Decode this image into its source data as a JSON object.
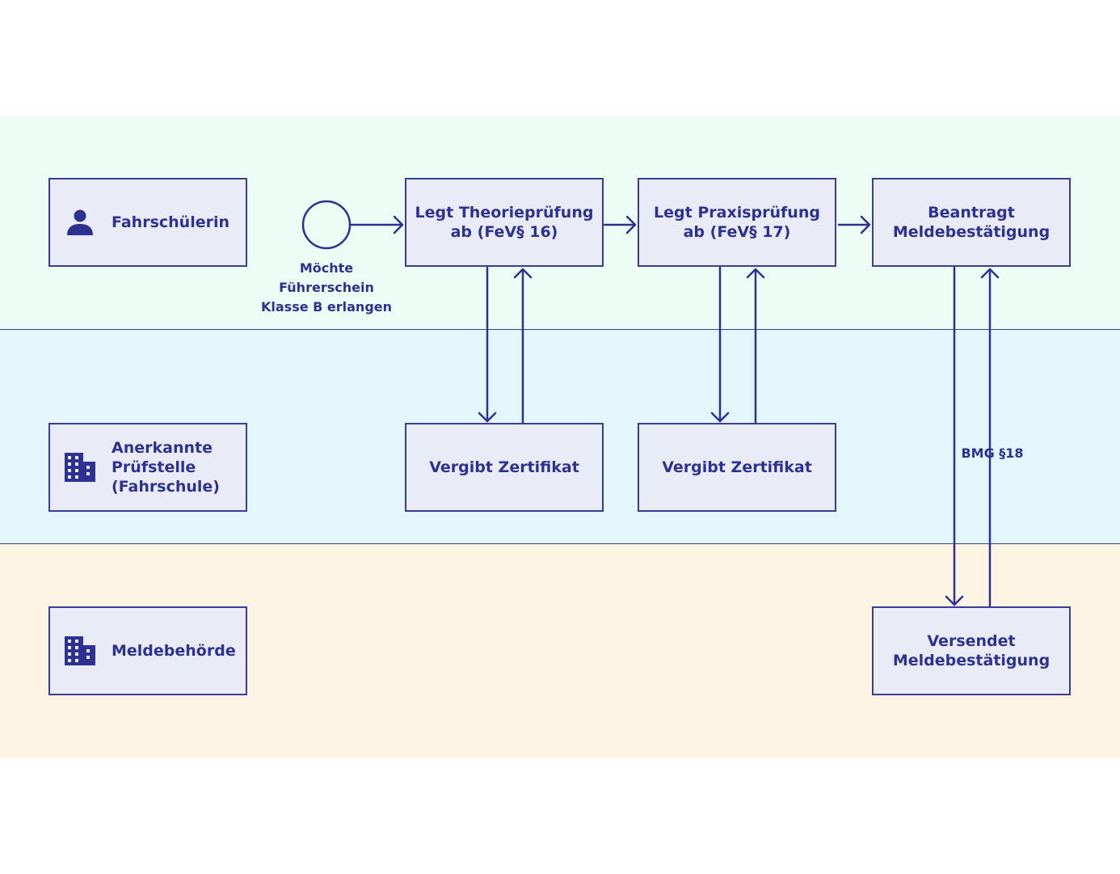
{
  "lanes": [
    {
      "actor": "Fahrschülerin",
      "icon": "person-icon",
      "color": "#edfdf6"
    },
    {
      "actor": "Anerkannte\nPrüfstelle\n(Fahrschule)",
      "icon": "building-icon",
      "color": "#e4f7fc"
    },
    {
      "actor": "Meldebehörde",
      "icon": "building-icon",
      "color": "#fdf4e3"
    }
  ],
  "start_event": {
    "label": "Möchte\nFührerschein\nKlasse B erlangen"
  },
  "steps": {
    "theory": "Legt Theorieprüfung\nab (FeV§ 16)",
    "practice": "Legt Praxisprüfung\nab (FeV§ 17)",
    "request": "Beantragt\nMeldebestätigung",
    "cert_theory": "Vergibt Zertifikat",
    "cert_practice": "Vergibt Zertifikat",
    "send": "Versendet\nMeldebestätigung"
  },
  "edge_labels": {
    "request_send": "BMG §18"
  },
  "colors": {
    "ink": "#2e3192",
    "box_fill": "#e9ecf6",
    "border": "#3a3d96"
  }
}
